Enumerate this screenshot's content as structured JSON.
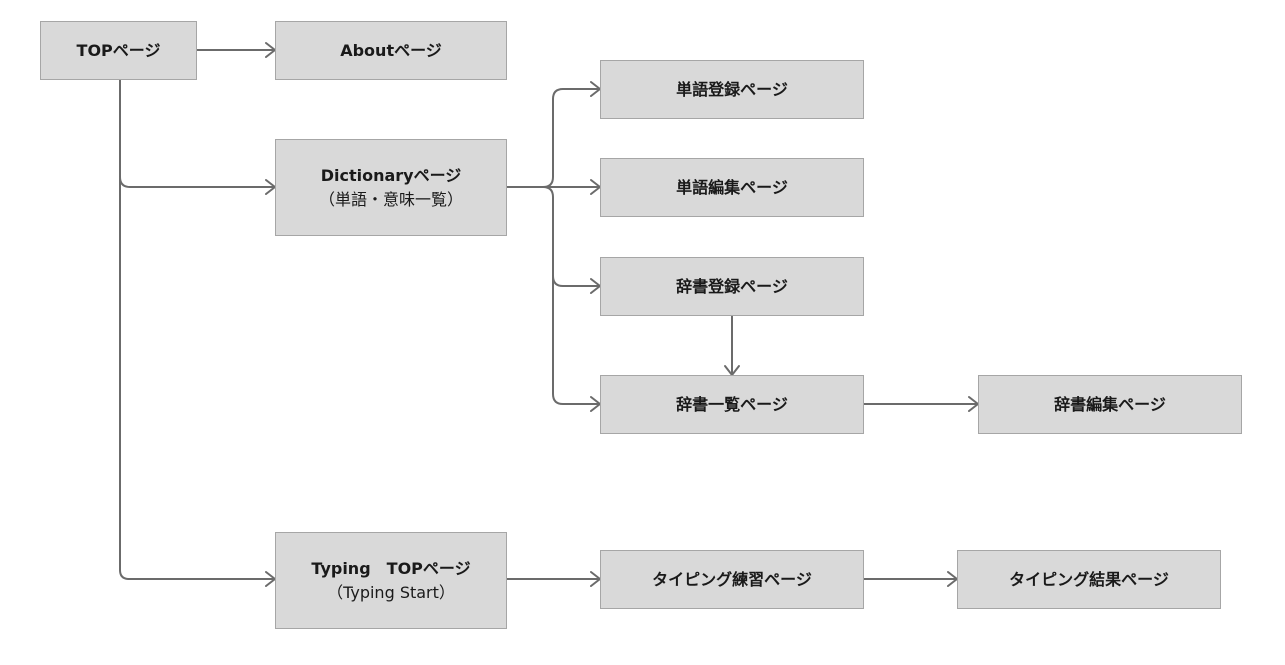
{
  "nodes": {
    "top": {
      "title": "TOPページ"
    },
    "about": {
      "title": "Aboutページ"
    },
    "dictionary": {
      "title": "Dictionaryページ",
      "subtitle": "（単語・意味一覧）"
    },
    "word_register": {
      "title": "単語登録ページ"
    },
    "word_edit": {
      "title": "単語編集ページ"
    },
    "dict_register": {
      "title": "辞書登録ページ"
    },
    "dict_list": {
      "title": "辞書一覧ページ"
    },
    "dict_edit": {
      "title": "辞書編集ページ"
    },
    "typing_top": {
      "title": "Typing　TOPページ",
      "subtitle": "（Typing Start）"
    },
    "typing_practice": {
      "title": "タイピング練習ページ"
    },
    "typing_result": {
      "title": "タイピング結果ページ"
    }
  },
  "colors": {
    "node_fill": "#d9d9d9",
    "node_border": "#a6a6a6",
    "edge": "#6b6b6b",
    "text": "#1a1a1a"
  }
}
